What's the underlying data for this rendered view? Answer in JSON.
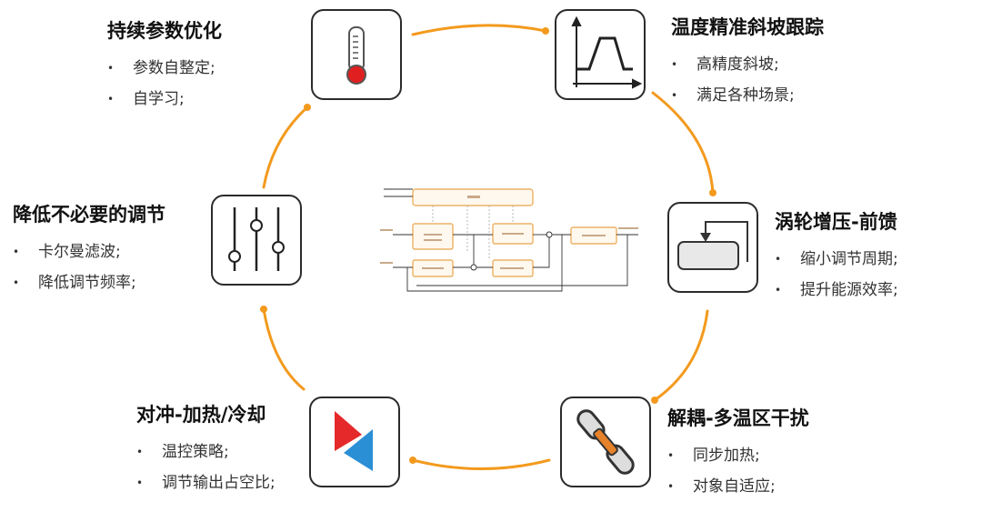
{
  "colors": {
    "accent": "#f39a1e",
    "box_border": "#2b2b2b",
    "thermo_red": "#e02020",
    "triangle_red": "#e5292a",
    "triangle_blue": "#2b8fd6"
  },
  "features": [
    {
      "id": "continuous-parameter-optimization",
      "icon": "thermometer-icon",
      "title": "持续参数优化",
      "bullets": [
        "参数自整定;",
        "自学习;"
      ]
    },
    {
      "id": "temperature-ramp-tracking",
      "icon": "ramp-chart-icon",
      "title": "温度精准斜坡跟踪",
      "bullets": [
        "高精度斜坡;",
        "满足各种场景;"
      ]
    },
    {
      "id": "turbo-feedforward",
      "icon": "feedback-loop-icon",
      "title": "涡轮增压-前馈",
      "bullets": [
        "缩小调节周期;",
        "提升能源效率;"
      ]
    },
    {
      "id": "decoupling-multizone",
      "icon": "chain-link-icon",
      "title": "解耦-多温区干扰",
      "bullets": [
        "同步加热;",
        "对象自适应;"
      ]
    },
    {
      "id": "heat-cool-opposition",
      "icon": "opposing-triangles-icon",
      "title": "对冲-加热/冷却",
      "bullets": [
        "温控策略;",
        "调节输出占空比;"
      ]
    },
    {
      "id": "reduce-unnecessary-regulation",
      "icon": "slider-controls-icon",
      "title": "降低不必要的调节",
      "bullets": [
        "卡尔曼滤波;",
        "降低调节频率;"
      ]
    }
  ]
}
